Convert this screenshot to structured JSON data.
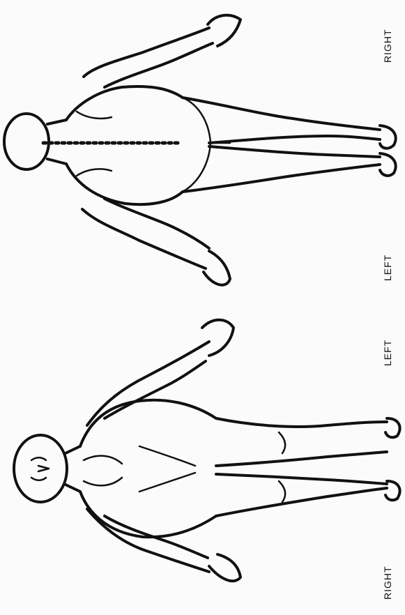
{
  "labels": {
    "front_right": "RIGHT",
    "front_left": "LEFT",
    "back_left": "LEFT",
    "back_right": "RIGHT"
  },
  "colors": {
    "ink": "#111111",
    "paper": "#fbfbfb"
  }
}
